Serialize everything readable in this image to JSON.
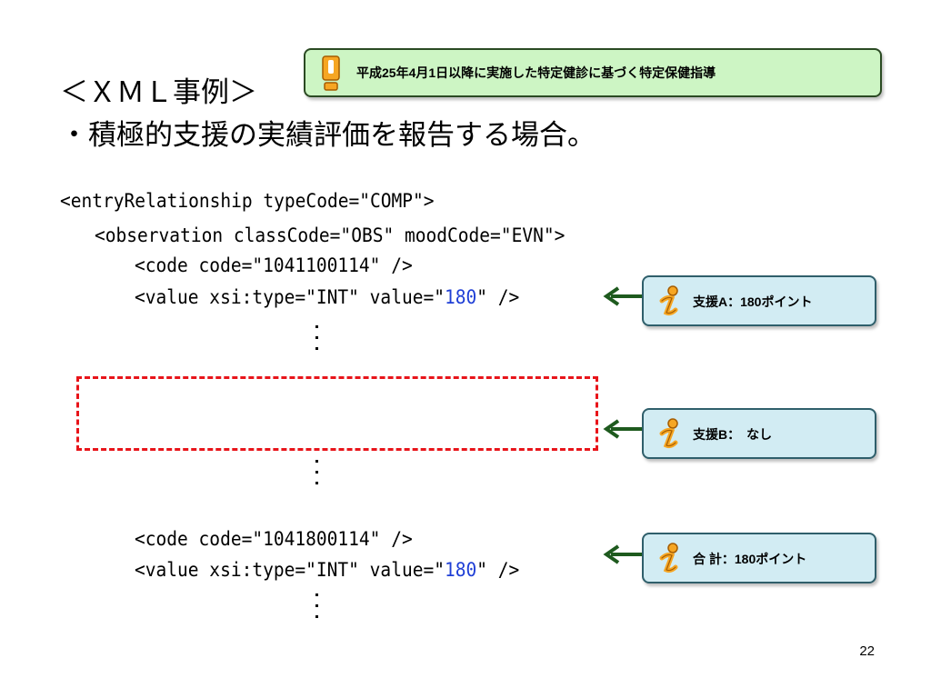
{
  "heading": "＜ＸＭＬ事例＞",
  "subheading": "・積極的支援の実績評価を報告する場合。",
  "note": {
    "text": "平成25年4月1日以降に実施した特定健診に基づく特定保健指導",
    "icon": "warning-icon"
  },
  "code": {
    "line1": "<entryRelationship typeCode=\"COMP\">",
    "line2": "<observation classCode=\"OBS\" moodCode=\"EVN\">",
    "line3": "<code code=\"1041100114\" />",
    "line4_pre": "<value xsi:type=\"INT\" value=\"",
    "line4_val": "180",
    "line4_post": "\" />",
    "line5": "<code code=\"1041800114\" />",
    "line6_pre": "<value xsi:type=\"INT\" value=\"",
    "line6_val": "180",
    "line6_post": "\" />"
  },
  "callouts": [
    {
      "text": "支援A：180ポイント",
      "icon": "info-icon"
    },
    {
      "text": "支援B：　なし",
      "icon": "info-icon"
    },
    {
      "text": "合 計：180ポイント",
      "icon": "info-icon"
    }
  ],
  "colors": {
    "highlight": "#1f3fd6",
    "dashed_box": "#e8141a",
    "note_bg": "#cdf5c4",
    "callout_bg": "#d2ecf3",
    "arrow": "#1e5a1e"
  },
  "page_number": "22"
}
